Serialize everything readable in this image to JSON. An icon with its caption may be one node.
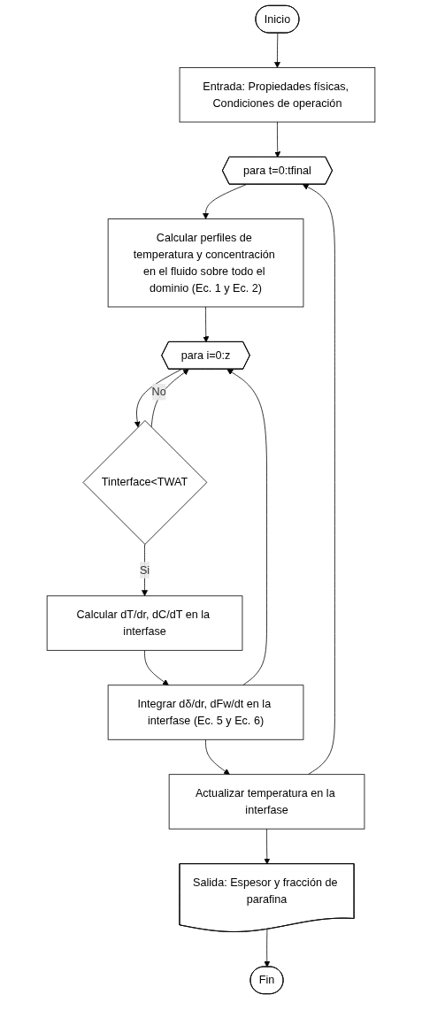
{
  "diagram": {
    "nodes": [
      {
        "text": [
          "Inicio"
        ]
      },
      {
        "text": [
          "Entrada: Propiedades físicas, Condiciones de operación"
        ]
      },
      {
        "text": [
          "para t=0:tfinal"
        ]
      },
      {
        "text": [
          "Calcular perfiles de temperatura y concentración en el fluido sobre todo el dominio (Ec. 1 y Ec. 2)"
        ]
      },
      {
        "text": [
          "para i=0:z"
        ]
      },
      {
        "text": [
          "Tinterface<TWAT"
        ]
      },
      {
        "text": [
          "Calcular dT/dr, dC/dT en la interfase"
        ]
      },
      {
        "text": [
          "Integrar dδ/dr, dFw/dt en la interfase (Ec. 5 y Ec. 6)"
        ]
      },
      {
        "text": [
          "Actualizar temperatura en la interfase"
        ]
      },
      {
        "text": [
          "Salida: Espesor y fracción de parafina"
        ]
      },
      {
        "text": [
          "Fin"
        ]
      }
    ],
    "edges": [
      {
        "from": 0,
        "to": 1,
        "arrow": "to"
      },
      {
        "from": 1,
        "to": 2,
        "arrow": "to"
      },
      {
        "from": 2,
        "to": 3,
        "arrow": "to"
      },
      {
        "from": 3,
        "to": 4,
        "arrow": "to"
      },
      {
        "from": 4,
        "to": 5,
        "arrow": "to"
      },
      {
        "from": 5,
        "to": 6,
        "label": "Si",
        "arrow": "to"
      },
      {
        "from": 6,
        "to": 7,
        "arrow": "to"
      },
      {
        "from": 7,
        "to": 4,
        "arrow": "to"
      },
      {
        "from": 5,
        "to": 4,
        "label": "No",
        "arrow": "to"
      },
      {
        "from": 7,
        "to": 8,
        "arrow": "to"
      },
      {
        "from": 8,
        "to": 2,
        "arrow": "to"
      },
      {
        "from": 8,
        "to": 9,
        "arrow": "to"
      },
      {
        "from": 9,
        "to": 10,
        "arrow": "to"
      }
    ]
  }
}
